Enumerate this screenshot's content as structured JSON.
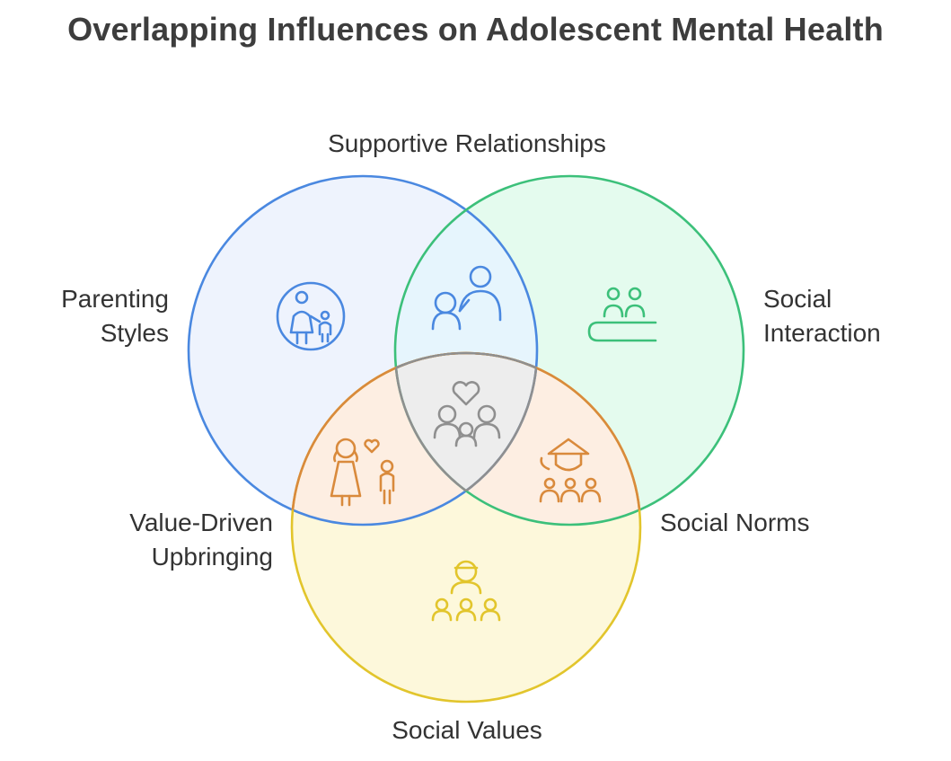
{
  "title": "Overlapping Influences on Adolescent Mental Health",
  "labels": {
    "supportive_relationships": "Supportive Relationships",
    "parenting_styles": [
      "Parenting",
      "Styles"
    ],
    "social_interaction": [
      "Social",
      "Interaction"
    ],
    "value_driven_upbringing": [
      "Value-Driven",
      "Upbringing"
    ],
    "social_norms": "Social Norms",
    "social_values": "Social Values"
  },
  "colors": {
    "blue": "#4a88e0",
    "green": "#3cc07a",
    "yellow": "#e2c52c",
    "orange": "#d98a3c",
    "gray": "#8f8f8f",
    "text": "#333333"
  },
  "icons": {
    "parenting": "parent-child-icon",
    "supportive": "embrace-icon",
    "interaction": "group-conversation-icon",
    "center": "family-heart-icon",
    "value_driven": "mother-child-heart-icon",
    "norms": "teacher-class-icon",
    "values": "leader-group-icon"
  }
}
